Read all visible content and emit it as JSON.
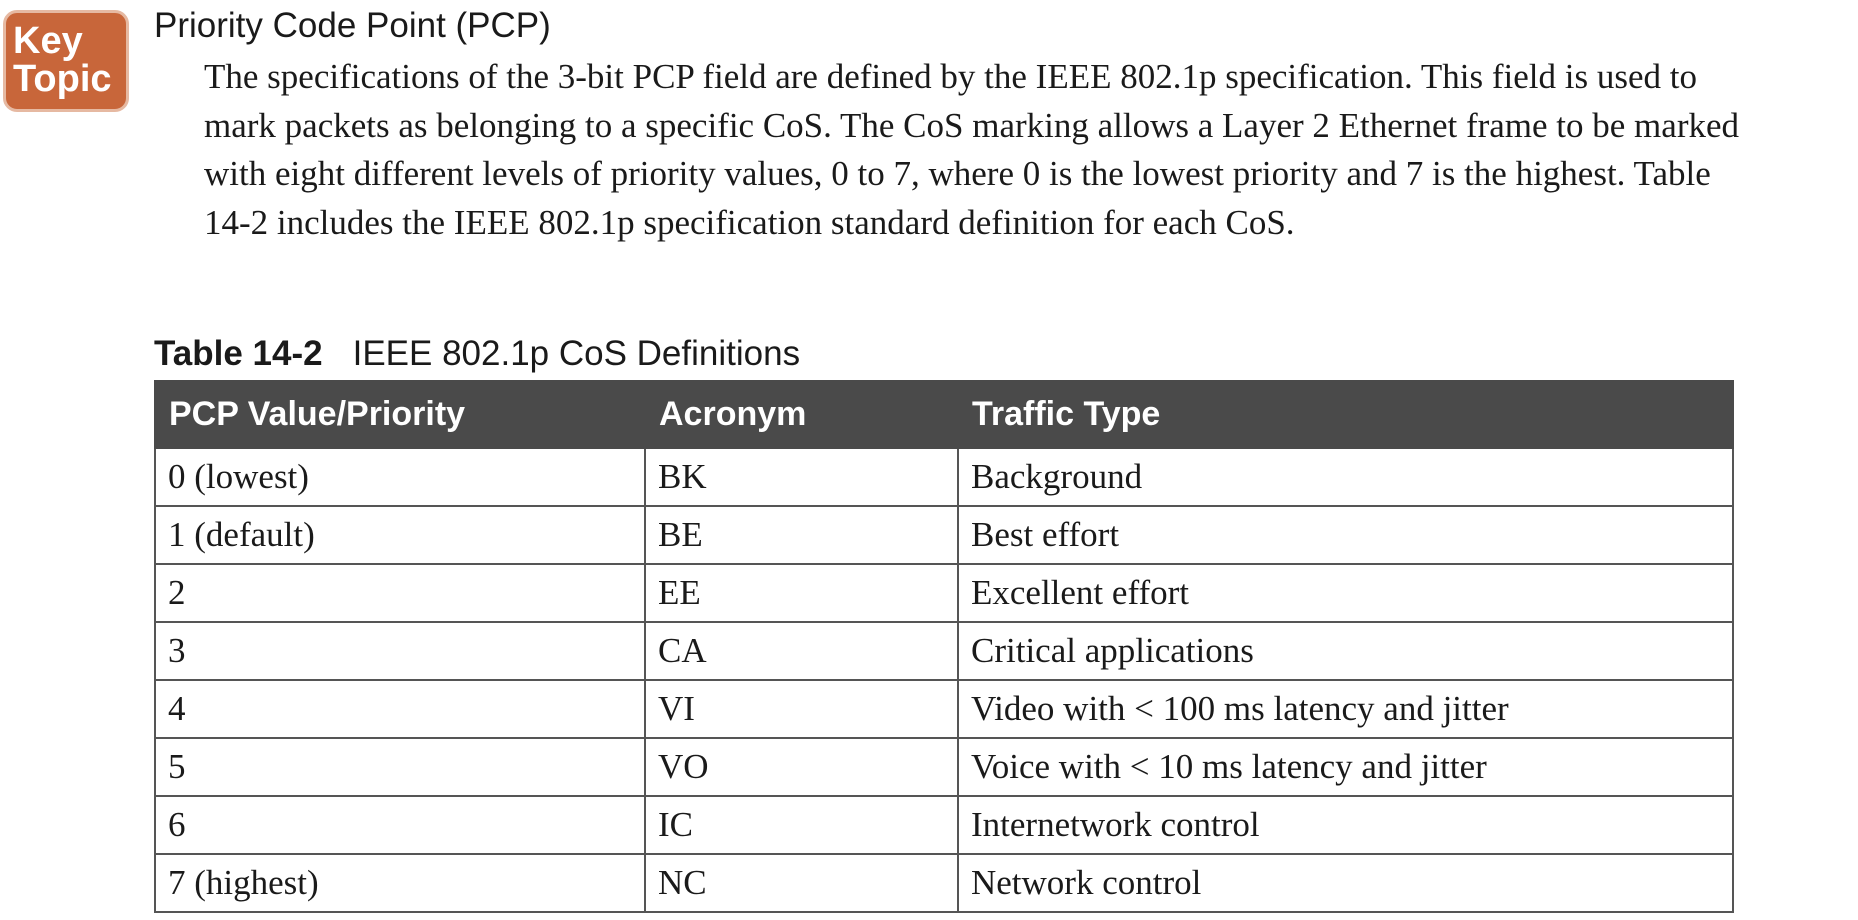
{
  "key_topic": {
    "line1": "Key",
    "line2": "Topic"
  },
  "section": {
    "title": "Priority Code Point (PCP)",
    "paragraph": "The specifications of the 3-bit PCP field are defined by the IEEE 802.1p specification. This field is used to mark packets as belonging to a specific CoS. The CoS marking allows a Layer 2 Ethernet frame to be marked with eight different levels of priority values, 0 to 7, where 0 is the lowest priority and 7 is the highest. Table 14-2 includes the IEEE 802.1p specification standard definition for each CoS."
  },
  "table": {
    "number": "Table 14-2",
    "title": "IEEE 802.1p CoS Definitions",
    "headers": [
      "PCP Value/Priority",
      "Acronym",
      "Traffic Type"
    ],
    "rows": [
      [
        "0 (lowest)",
        "BK",
        "Background"
      ],
      [
        "1 (default)",
        "BE",
        "Best effort"
      ],
      [
        "2",
        "EE",
        "Excellent effort"
      ],
      [
        "3",
        "CA",
        "Critical applications"
      ],
      [
        "4",
        "VI",
        "Video with < 100 ms latency and jitter"
      ],
      [
        "5",
        "VO",
        "Voice with < 10 ms latency and jitter"
      ],
      [
        "6",
        "IC",
        "Internetwork control"
      ],
      [
        "7 (highest)",
        "NC",
        "Network control"
      ]
    ]
  },
  "colors": {
    "key_topic_bg": "#c8663a",
    "header_bg": "#4a4a4a"
  }
}
